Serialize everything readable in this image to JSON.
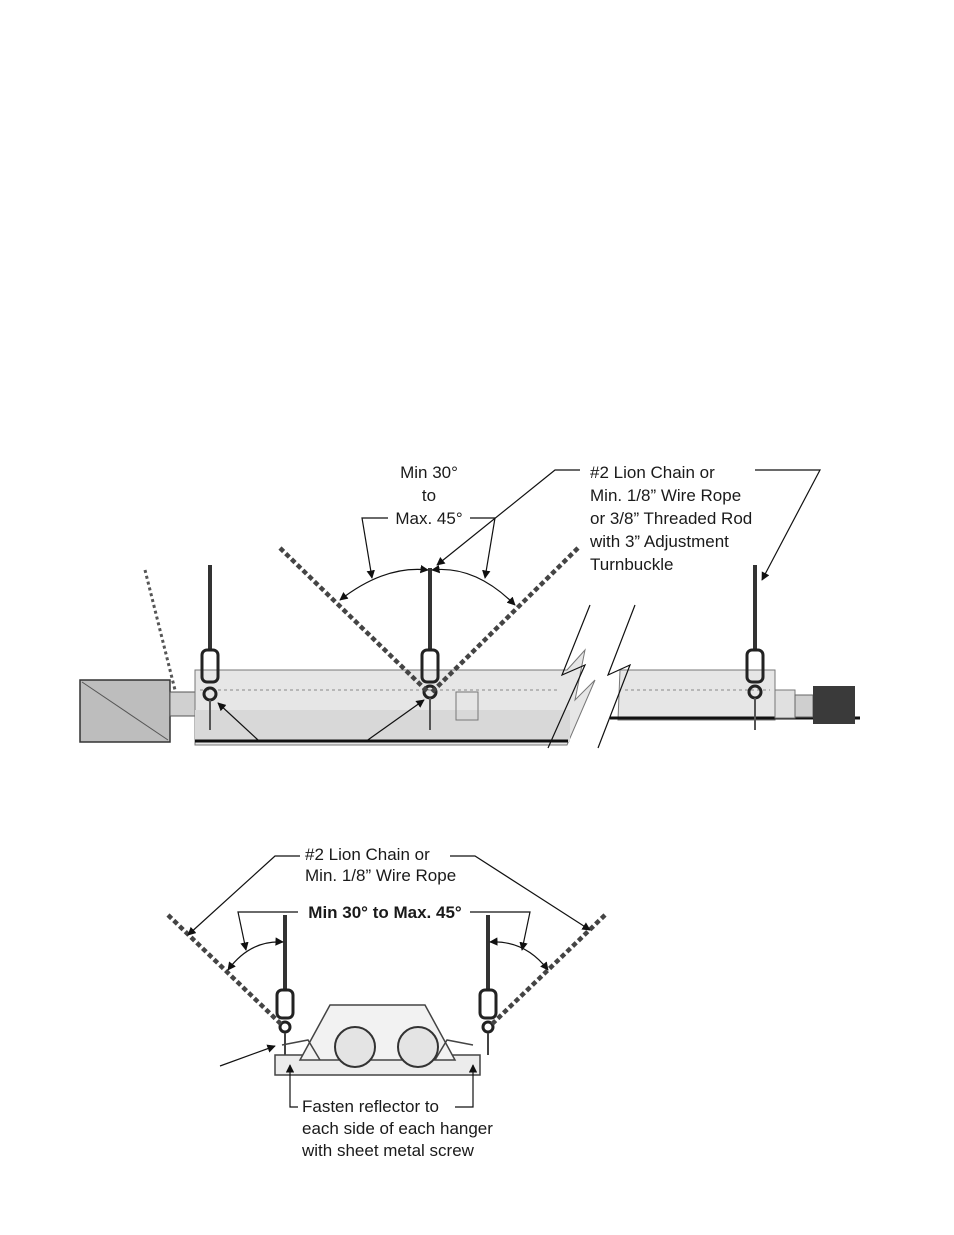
{
  "top_diagram": {
    "angle_label": [
      "Min 30°",
      "to",
      "Max. 45°"
    ],
    "hanger_label": [
      "#2 Lion Chain or",
      "Min. 1/8” Wire Rope",
      "or 3/8” Threaded Rod",
      "with 3” Adjustment",
      "Turnbuckle"
    ]
  },
  "bottom_diagram": {
    "hanger_label": [
      "#2 Lion Chain or",
      "Min. 1/8” Wire Rope"
    ],
    "angle_label": "Min 30° to Max. 45°",
    "fasten_label": [
      "Fasten reflector to",
      "each side of each hanger",
      "with sheet metal screw"
    ]
  }
}
